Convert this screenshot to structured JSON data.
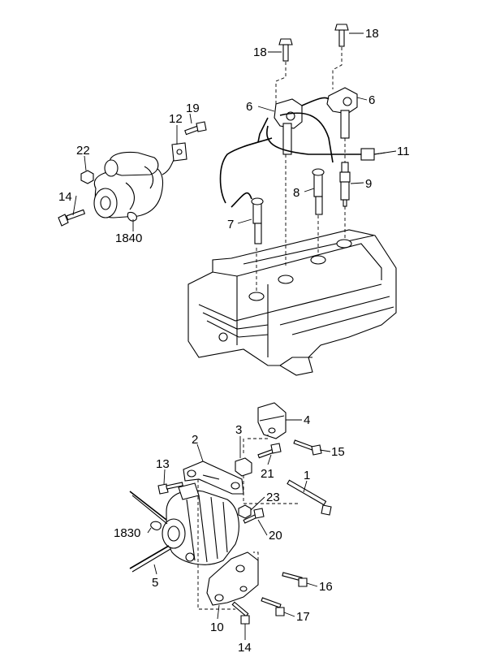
{
  "labels": {
    "p1": "1",
    "p2": "2",
    "p3": "3",
    "p4": "4",
    "p5": "5",
    "p6a": "6",
    "p6b": "6",
    "p7": "7",
    "p8": "8",
    "p9": "9",
    "p10": "10",
    "p11": "11",
    "p12": "12",
    "p13": "13",
    "p14a": "14",
    "p14b": "14",
    "p15": "15",
    "p16": "16",
    "p17": "17",
    "p18a": "18",
    "p18b": "18",
    "p19": "19",
    "p20": "20",
    "p21": "21",
    "p22": "22",
    "p23": "23",
    "p1830": "1830",
    "p1840": "1840"
  }
}
